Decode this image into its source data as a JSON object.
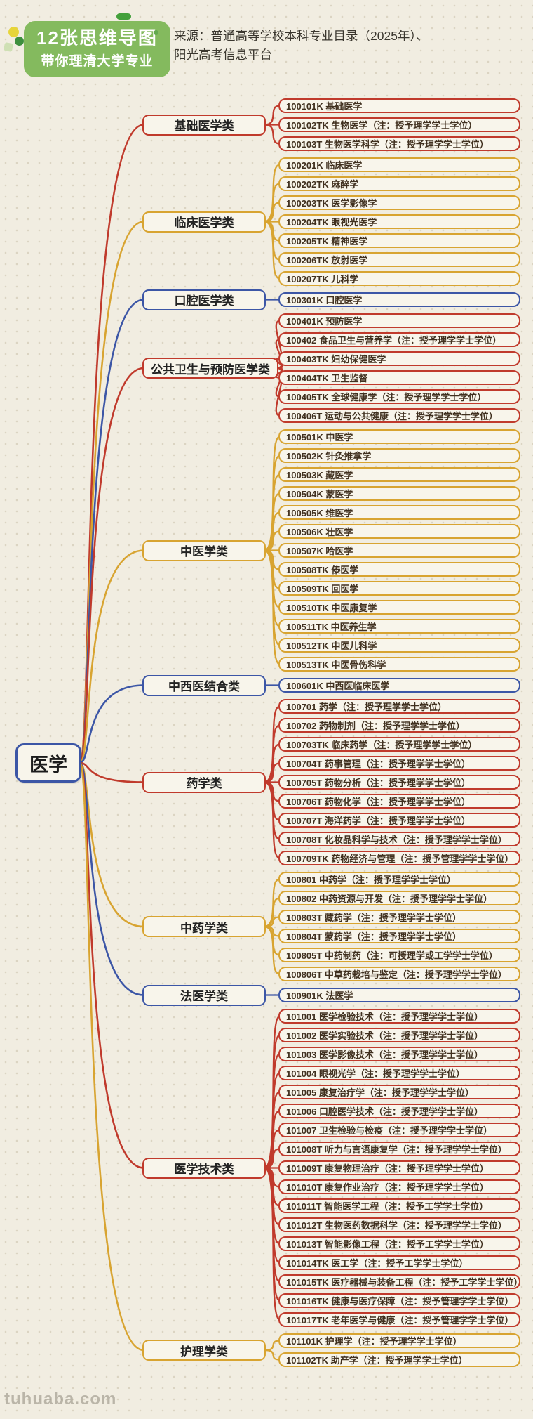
{
  "header": {
    "badge_line1": "12张思维导图",
    "badge_line2": "带你理清大学专业",
    "source_line1": "来源：普通高等学校本科专业目录（2025年）、",
    "source_line2": "阳光高考信息平台"
  },
  "root": {
    "label": "医学"
  },
  "watermark": "tuhuaba.com",
  "colors": {
    "red": "#c03a2c",
    "yellow": "#d8a431",
    "blue": "#3c56a6",
    "badge_green": "#84ba5e",
    "background": "#f1ede1",
    "node_fill": "#f8f5eb"
  },
  "branches": [
    {
      "label": "基础医学类",
      "color": "red",
      "majors": [
        "100101K 基础医学",
        "100102TK 生物医学（注：授予理学学士学位）",
        "100103T 生物医学科学（注：授予理学学士学位）"
      ]
    },
    {
      "label": "临床医学类",
      "color": "yellow",
      "majors": [
        "100201K 临床医学",
        "100202TK 麻醉学",
        "100203TK 医学影像学",
        "100204TK 眼视光医学",
        "100205TK 精神医学",
        "100206TK 放射医学",
        "100207TK 儿科学"
      ]
    },
    {
      "label": "口腔医学类",
      "color": "blue",
      "majors": [
        "100301K 口腔医学"
      ]
    },
    {
      "label": "公共卫生与预防医学类",
      "color": "red",
      "majors": [
        "100401K 预防医学",
        "100402 食品卫生与营养学（注：授予理学学士学位）",
        "100403TK 妇幼保健医学",
        "100404TK 卫生监督",
        "100405TK 全球健康学（注：授予理学学士学位）",
        "100406T 运动与公共健康（注：授予理学学士学位）"
      ]
    },
    {
      "label": "中医学类",
      "color": "yellow",
      "majors": [
        "100501K 中医学",
        "100502K 针灸推拿学",
        "100503K 藏医学",
        "100504K 蒙医学",
        "100505K 维医学",
        "100506K 壮医学",
        "100507K 哈医学",
        "100508TK 傣医学",
        "100509TK 回医学",
        "100510TK 中医康复学",
        "100511TK 中医养生学",
        "100512TK 中医儿科学",
        "100513TK 中医骨伤科学"
      ]
    },
    {
      "label": "中西医结合类",
      "color": "blue",
      "majors": [
        "100601K 中西医临床医学"
      ]
    },
    {
      "label": "药学类",
      "color": "red",
      "majors": [
        "100701 药学（注：授予理学学士学位）",
        "100702 药物制剂（注：授予理学学士学位）",
        "100703TK 临床药学（注：授予理学学士学位）",
        "100704T 药事管理（注：授予理学学士学位）",
        "100705T 药物分析（注：授予理学学士学位）",
        "100706T 药物化学（注：授予理学学士学位）",
        "100707T 海洋药学（注：授予理学学士学位）",
        "100708T 化妆品科学与技术（注：授予理学学士学位）",
        "100709TK 药物经济与管理（注：授予管理学学士学位）"
      ]
    },
    {
      "label": "中药学类",
      "color": "yellow",
      "majors": [
        "100801 中药学（注：授予理学学士学位）",
        "100802 中药资源与开发（注：授予理学学士学位）",
        "100803T 藏药学（注：授予理学学士学位）",
        "100804T 蒙药学（注：授予理学学士学位）",
        "100805T 中药制药（注：可授理学或工学学士学位）",
        "100806T 中草药栽培与鉴定（注：授予理学学士学位）"
      ]
    },
    {
      "label": "法医学类",
      "color": "blue",
      "majors": [
        "100901K 法医学"
      ]
    },
    {
      "label": "医学技术类",
      "color": "red",
      "majors": [
        "101001 医学检验技术（注：授予理学学士学位）",
        "101002 医学实验技术（注：授予理学学士学位）",
        "101003 医学影像技术（注：授予理学学士学位）",
        "101004 眼视光学（注：授予理学学士学位）",
        "101005 康复治疗学（注：授予理学学士学位）",
        "101006 口腔医学技术（注：授予理学学士学位）",
        "101007 卫生检验与检疫（注：授予理学学士学位）",
        "101008T 听力与言语康复学（注：授予理学学士学位）",
        "101009T 康复物理治疗（注：授予理学学士学位）",
        "101010T 康复作业治疗（注：授予理学学士学位）",
        "101011T 智能医学工程（注：授予工学学士学位）",
        "101012T 生物医药数据科学（注：授予理学学士学位）",
        "101013T 智能影像工程（注：授予工学学士学位）",
        "101014TK 医工学（注：授予工学学士学位）",
        "101015TK 医疗器械与装备工程（注：授予工学学士学位）",
        "101016TK 健康与医疗保障（注：授予管理学学士学位）",
        "101017TK 老年医学与健康（注：授予管理学学士学位）"
      ]
    },
    {
      "label": "护理学类",
      "color": "yellow",
      "majors": [
        "101101K 护理学（注：授予理学学士学位）",
        "101102TK 助产学（注：授予理学学士学位）"
      ]
    }
  ]
}
